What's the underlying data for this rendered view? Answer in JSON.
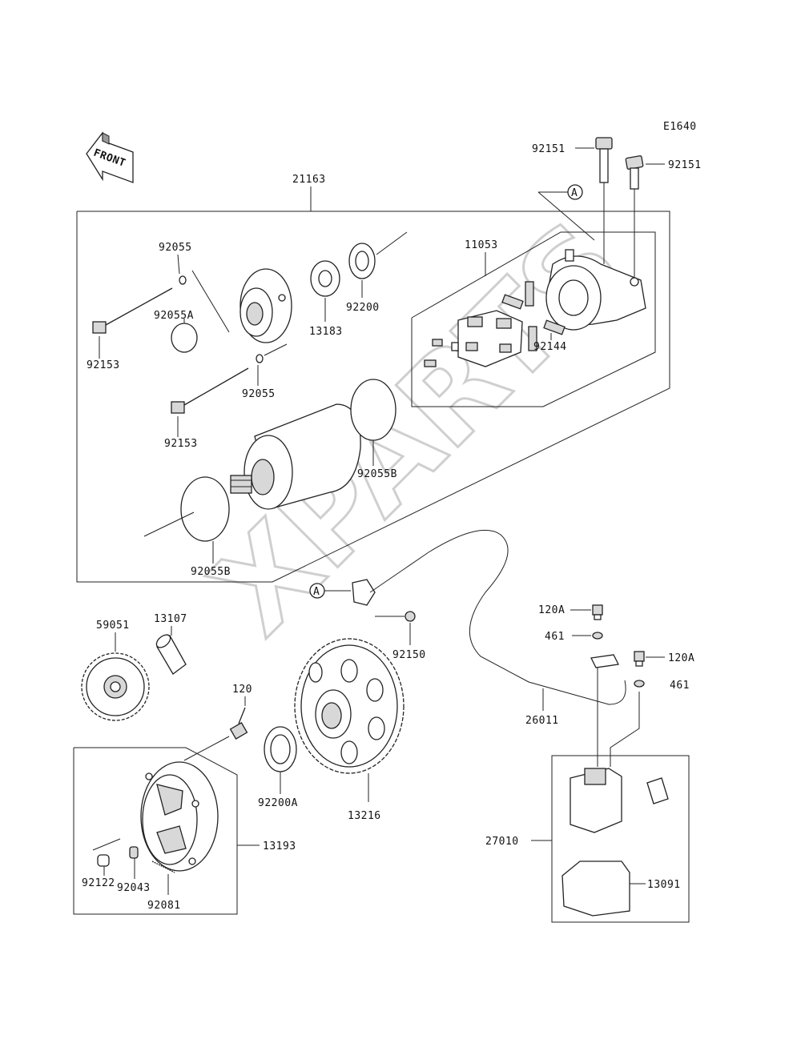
{
  "diagram_code": "E1640",
  "front_label": "FRONT",
  "watermark": "XPARTS",
  "ref_a": "A",
  "labels": {
    "p21163": "21163",
    "p92151_left": "92151",
    "p92151_right": "92151",
    "p11053": "11053",
    "p92055_top": "92055",
    "p92055a": "92055A",
    "p92153_top": "92153",
    "p13183": "13183",
    "p92200": "92200",
    "p92144": "92144",
    "p92055_mid": "92055",
    "p92153_bottom": "92153",
    "p92055b_right": "92055B",
    "p92055b_bottom": "92055B",
    "p120a_top": "120A",
    "p461_top": "461",
    "p120a_right": "120A",
    "p461_right": "461",
    "p59051": "59051",
    "p13107": "13107",
    "p92150": "92150",
    "p120": "120",
    "p26011": "26011",
    "p92200a": "92200A",
    "p13216": "13216",
    "p13193": "13193",
    "p27010": "27010",
    "p13091": "13091",
    "p92122": "92122",
    "p92043": "92043",
    "p92081": "92081"
  }
}
